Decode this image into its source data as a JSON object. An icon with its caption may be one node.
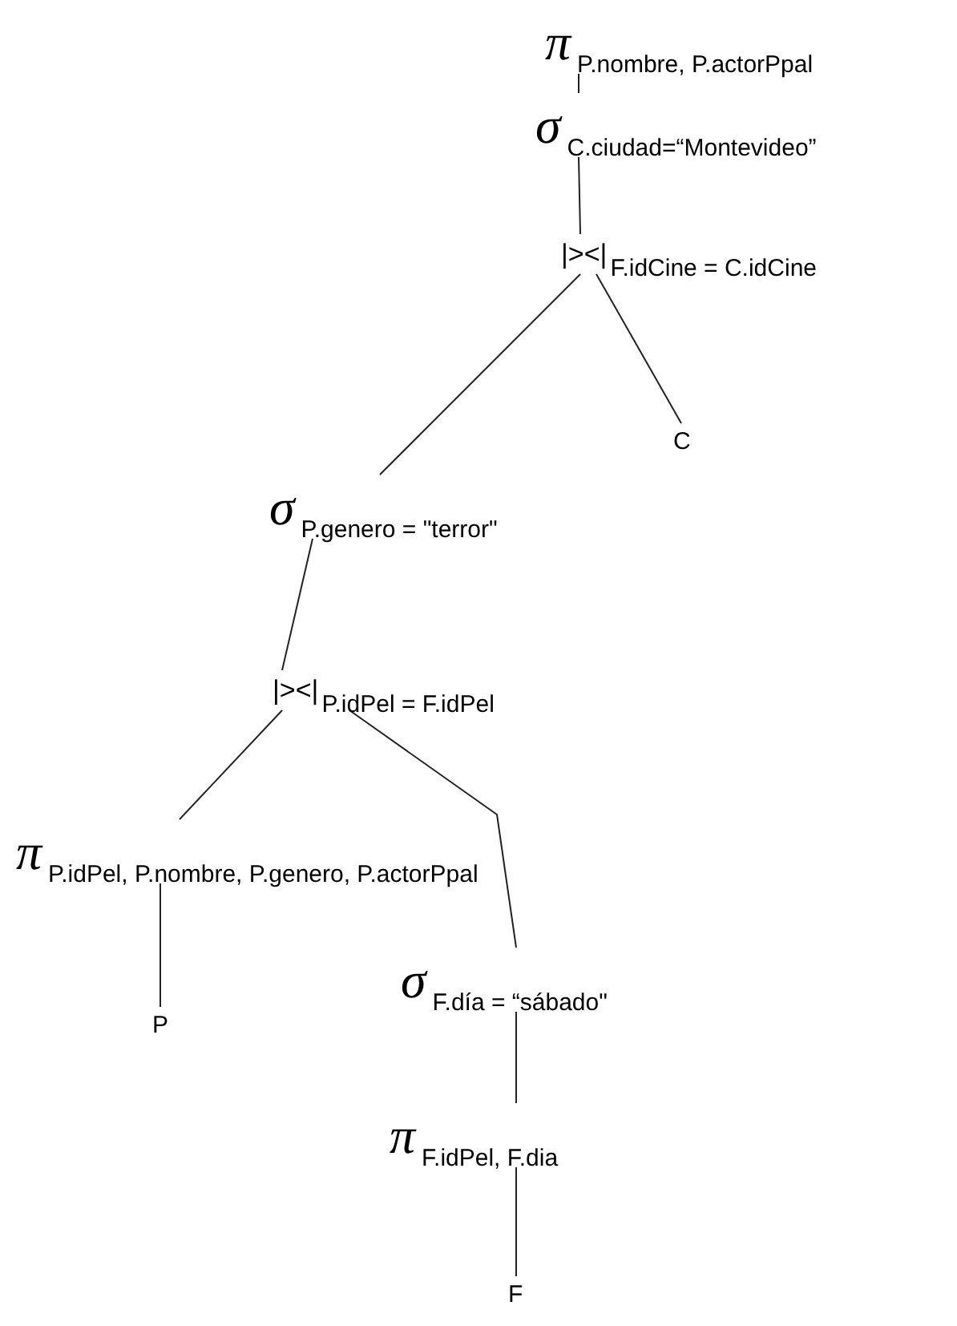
{
  "diagram": {
    "nodes": [
      {
        "text": [
          "π$_{P.nombre, P.actorPpal}$"
        ]
      },
      {
        "text": [
          "σ$_{C.ciudad=“Montevideo”}$"
        ]
      },
      {
        "text": [
          "|><|$_{F.idCine = C.idCine}$"
        ]
      },
      {
        "text": [
          "C"
        ]
      },
      {
        "text": [
          "σ$_{P.genero = \"terror\"}$"
        ]
      },
      {
        "text": [
          "|><|$_{P.idPel = F.idPel}$"
        ]
      },
      {
        "text": [
          "π$_{P.idPel, P.nombre, P.genero, P.actorPpal}$"
        ]
      },
      {
        "text": [
          "P"
        ]
      },
      {
        "text": [
          "σ$_{F.día = “sábado\"}$"
        ]
      },
      {
        "text": [
          "π$_{F.idPel, F.dia}$"
        ]
      },
      {
        "text": [
          "F"
        ]
      }
    ],
    "edges": [
      {
        "from": 0,
        "to": 1,
        "arrow": "none"
      },
      {
        "from": 1,
        "to": 2,
        "arrow": "none"
      },
      {
        "from": 2,
        "to": 4,
        "arrow": "none"
      },
      {
        "from": 2,
        "to": 3,
        "arrow": "none"
      },
      {
        "from": 4,
        "to": 5,
        "arrow": "none"
      },
      {
        "from": 5,
        "to": 6,
        "arrow": "none"
      },
      {
        "from": 5,
        "to": 8,
        "arrow": "none"
      },
      {
        "from": 6,
        "to": 7,
        "arrow": "none"
      },
      {
        "from": 8,
        "to": 9,
        "arrow": "none"
      },
      {
        "from": 9,
        "to": 10,
        "arrow": "none"
      }
    ]
  }
}
